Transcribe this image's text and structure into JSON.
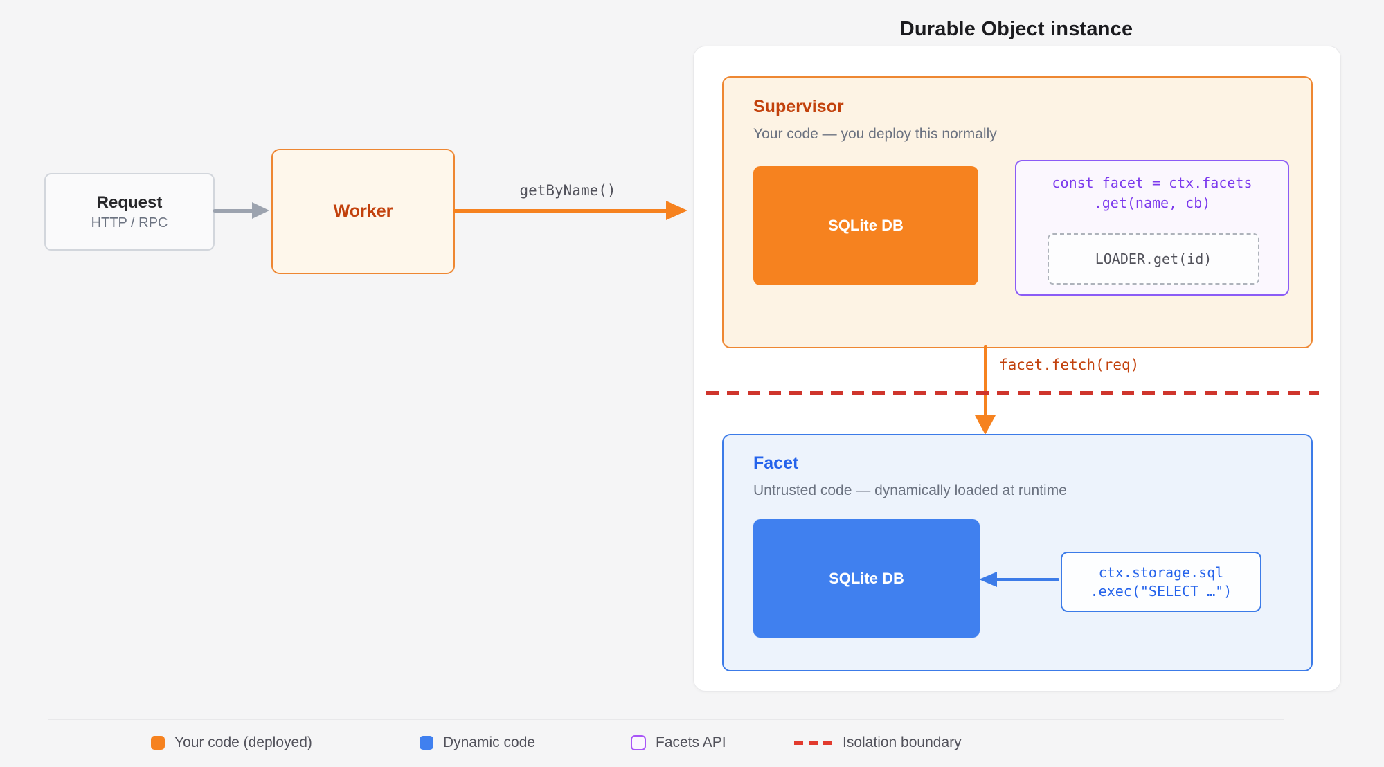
{
  "title": "Durable Object instance",
  "request_node": {
    "title": "Request",
    "subtitle": "HTTP / RPC"
  },
  "worker_node": {
    "label": "Worker"
  },
  "arrows": {
    "get_by_name": "getByName()",
    "facet_fetch": "facet.fetch(req)"
  },
  "supervisor": {
    "title": "Supervisor",
    "subtitle": "Your code — you deploy this normally",
    "sqlite_label": "SQLite DB",
    "facets_code_line1": "const facet = ctx.facets",
    "facets_code_line2": ".get(name, cb)",
    "loader_code": "LOADER.get(id)"
  },
  "facet": {
    "title": "Facet",
    "subtitle": "Untrusted code — dynamically loaded at runtime",
    "sqlite_label": "SQLite DB",
    "storage_code_line1": "ctx.storage.sql",
    "storage_code_line2": ".exec(\"SELECT …\")"
  },
  "legend": {
    "items": [
      {
        "label": "Your code (deployed)",
        "swatch": "orange-filled"
      },
      {
        "label": "Dynamic code",
        "swatch": "blue-filled"
      },
      {
        "label": "Facets API",
        "swatch": "purple-outline"
      },
      {
        "label": "Isolation boundary",
        "swatch": "red-dashes"
      }
    ]
  },
  "colors": {
    "orange": "#F6821F",
    "orange-border": "#EE8732",
    "rust": "#C2410C",
    "cream": "#FDF3E4",
    "worker-cream": "#FEF7EB",
    "purple": "#8B5CF6",
    "purple-text": "#7C3AED",
    "purple-bg": "#FBF7FE",
    "blue": "#3C7BE8",
    "blue-fill": "#4080EF",
    "blue-text": "#2563EB",
    "blue-bg": "#EDF3FC",
    "red": "#CF352C",
    "gray-text": "#6B7280",
    "page-bg": "#F5F5F6"
  }
}
